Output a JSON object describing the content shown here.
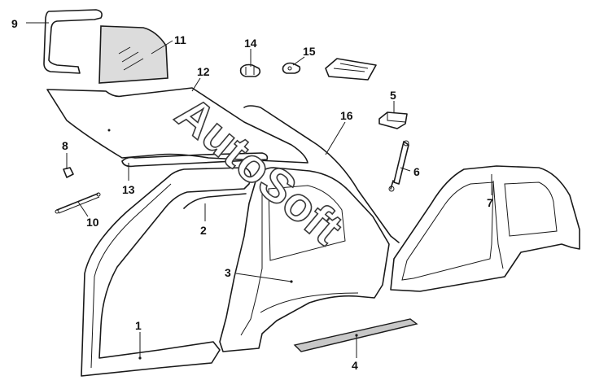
{
  "diagram": {
    "callouts": [
      {
        "id": "c1",
        "label": "1"
      },
      {
        "id": "c2",
        "label": "2"
      },
      {
        "id": "c3",
        "label": "3"
      },
      {
        "id": "c4",
        "label": "4"
      },
      {
        "id": "c5",
        "label": "5"
      },
      {
        "id": "c6",
        "label": "6"
      },
      {
        "id": "c7",
        "label": "7"
      },
      {
        "id": "c8",
        "label": "8"
      },
      {
        "id": "c9",
        "label": "9"
      },
      {
        "id": "c10",
        "label": "10"
      },
      {
        "id": "c11",
        "label": "11"
      },
      {
        "id": "c12",
        "label": "12"
      },
      {
        "id": "c13",
        "label": "13"
      },
      {
        "id": "c14",
        "label": "14"
      },
      {
        "id": "c15",
        "label": "15"
      },
      {
        "id": "c16",
        "label": "16"
      }
    ],
    "watermark": "AutoSoft",
    "colors": {
      "line": "#1a1a1a",
      "glass_fill": "#dcdcdc",
      "background": "#ffffff"
    }
  }
}
